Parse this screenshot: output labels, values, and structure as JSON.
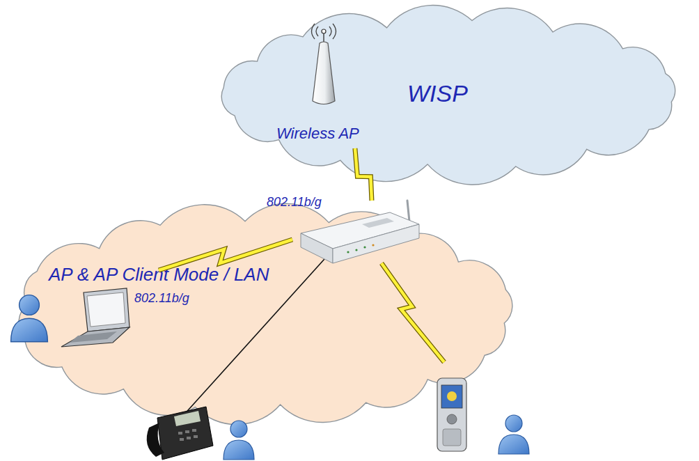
{
  "diagram": {
    "nodes": [
      {
        "text": [
          "WISP"
        ]
      },
      {
        "text": [
          "Wireless AP"
        ],
        "in": 0
      },
      {
        "text": [
          "AP & AP Client Mode / LAN"
        ]
      }
    ],
    "edges": [
      {
        "from": 1,
        "to": 2,
        "arrow": "none",
        "label": "802.11b/g"
      }
    ],
    "labels": [
      "802.11b/g"
    ]
  }
}
